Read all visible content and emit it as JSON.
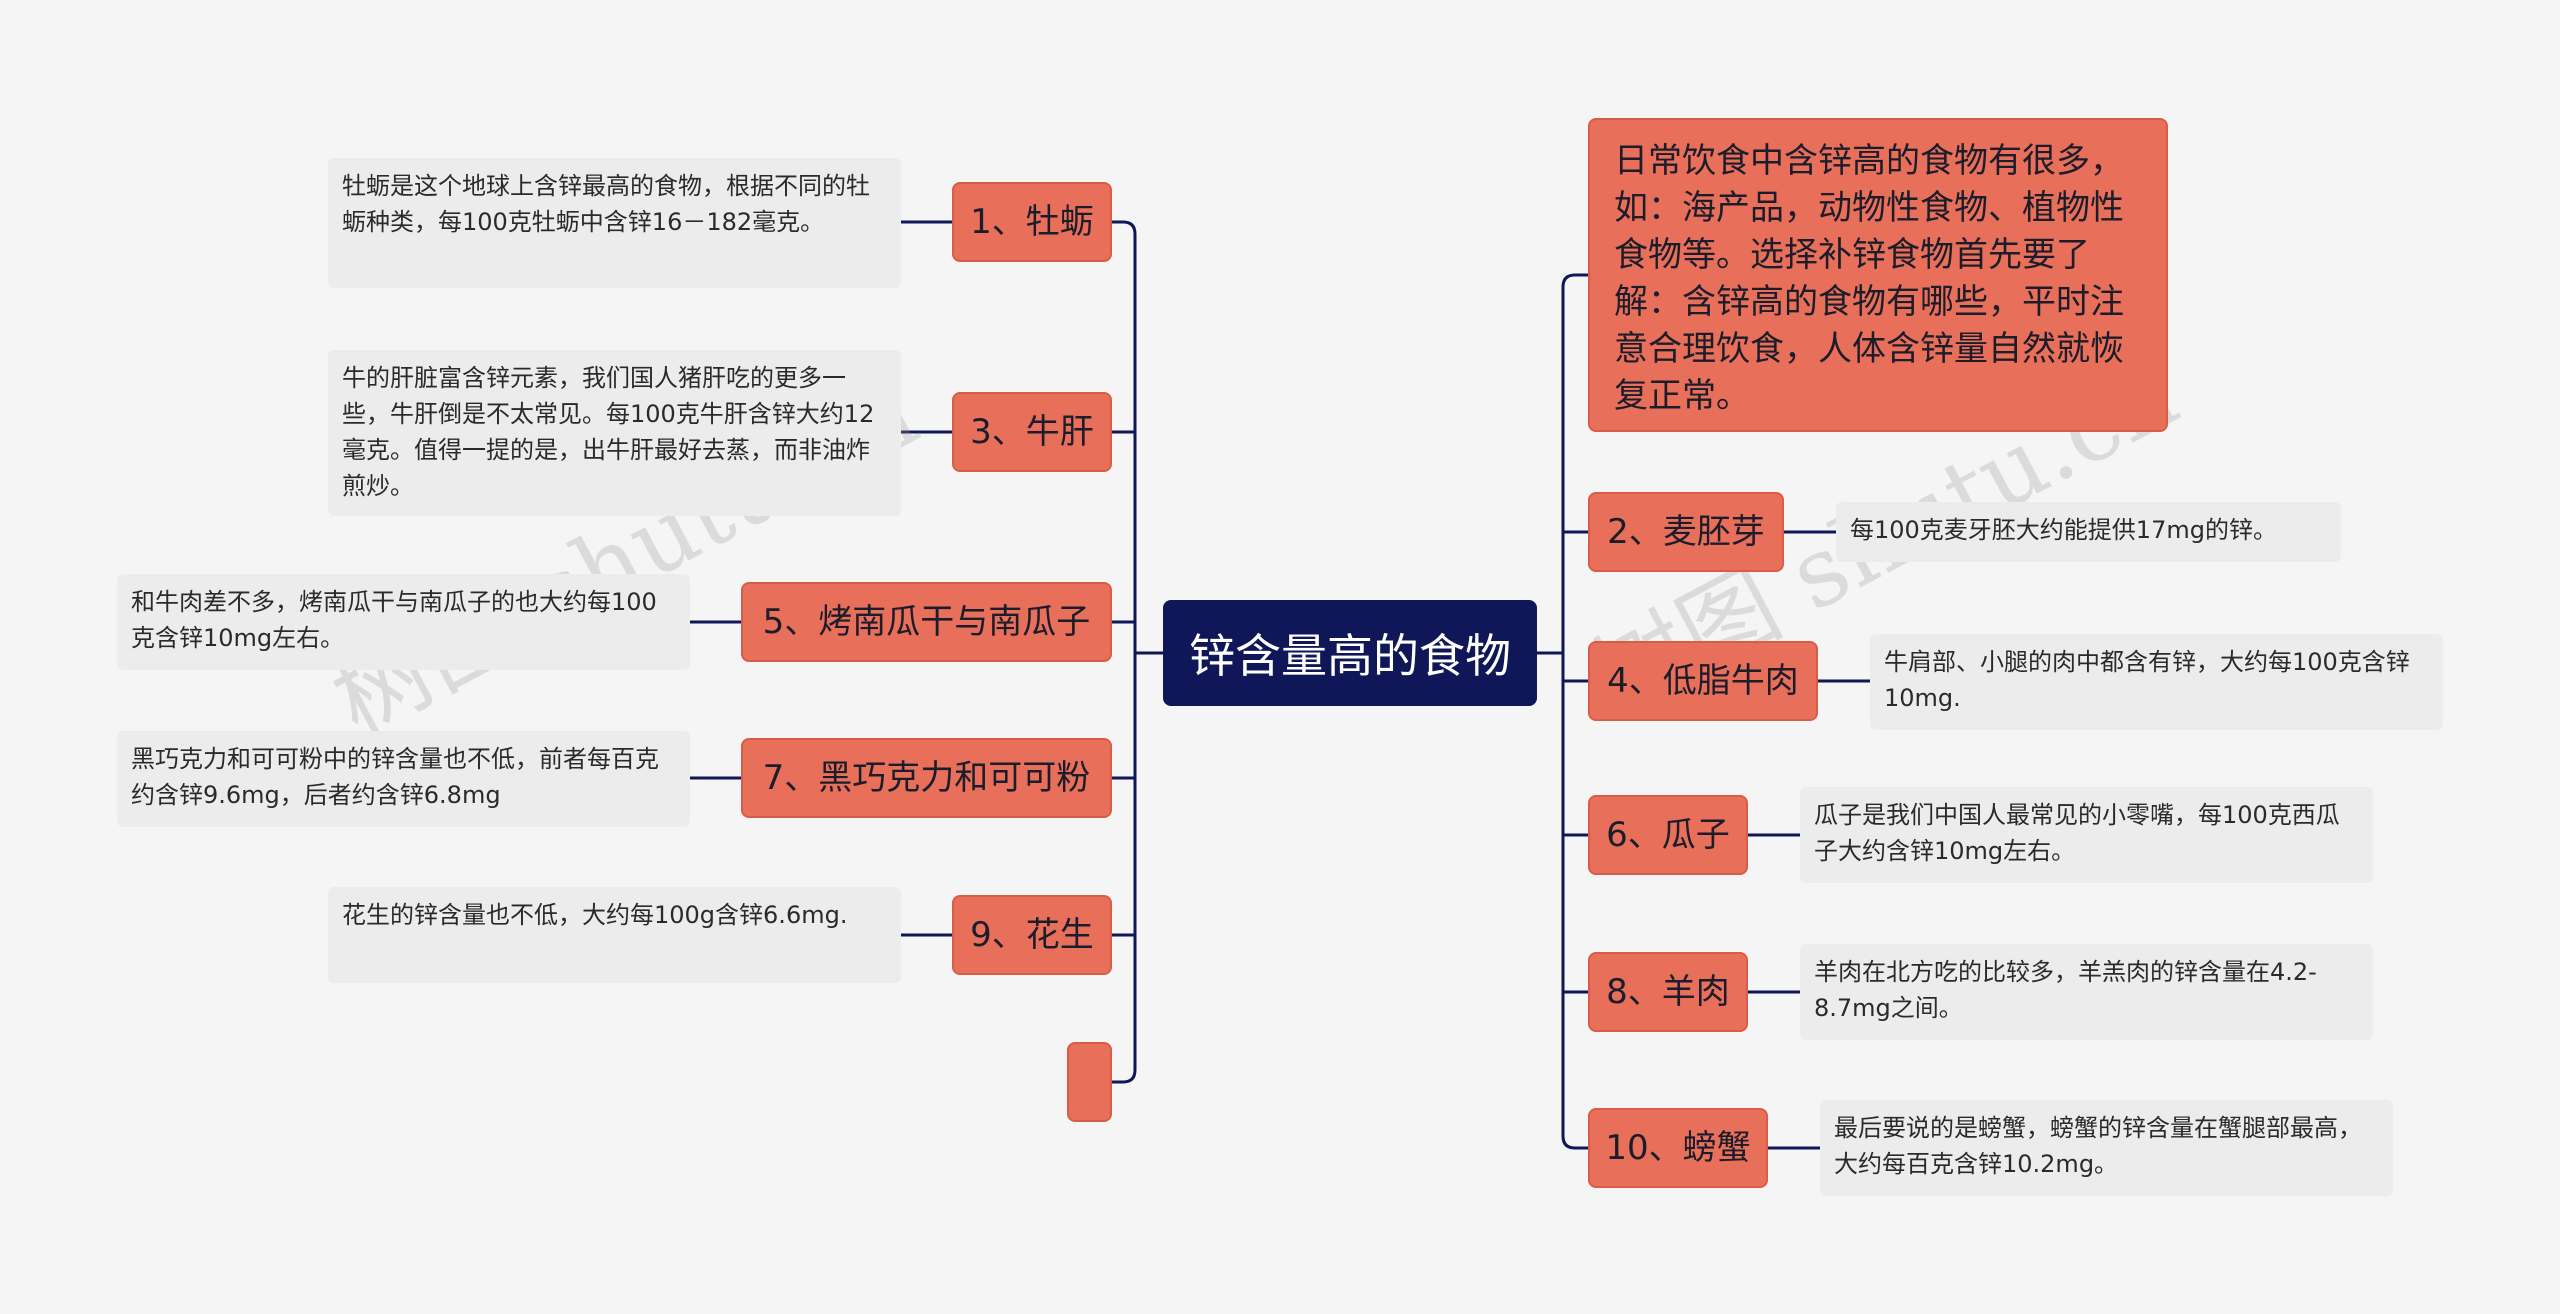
{
  "root": {
    "title": "锌含量高的食物"
  },
  "intro": {
    "text": "日常饮食中含锌高的食物有很多，如：海产品，动物性食物、植物性食物等。选择补锌食物首先要了解：含锌高的食物有哪些，平时注意合理饮食，人体含锌量自然就恢复正常。"
  },
  "left": [
    {
      "label": "1、牡蛎",
      "desc": "牡蛎是这个地球上含锌最高的食物，根据不同的牡蛎种类，每100克牡蛎中含锌16－182毫克。"
    },
    {
      "label": "3、牛肝",
      "desc": "牛的肝脏富含锌元素，我们国人猪肝吃的更多一些，牛肝倒是不太常见。每100克牛肝含锌大约12毫克。值得一提的是，出牛肝最好去蒸，而非油炸煎炒。"
    },
    {
      "label": "5、烤南瓜干与南瓜子",
      "desc": "和牛肉差不多，烤南瓜干与南瓜子的也大约每100克含锌10mg左右。"
    },
    {
      "label": "7、黑巧克力和可可粉",
      "desc": "黑巧克力和可可粉中的锌含量也不低，前者每百克约含锌9.6mg，后者约含锌6.8mg"
    },
    {
      "label": "9、花生",
      "desc": "花生的锌含量也不低，大约每100g含锌6.6mg."
    },
    {
      "label": "",
      "desc": ""
    }
  ],
  "right": [
    {
      "label": "2、麦胚芽",
      "desc": "每100克麦牙胚大约能提供17mg的锌。"
    },
    {
      "label": "4、低脂牛肉",
      "desc": "牛肩部、小腿的肉中都含有锌，大约每100克含锌10mg."
    },
    {
      "label": "6、瓜子",
      "desc": "瓜子是我们中国人最常见的小零嘴，每100克西瓜子大约含锌10mg左右。"
    },
    {
      "label": "8、羊肉",
      "desc": "羊肉在北方吃的比较多，羊羔肉的锌含量在4.2-8.7mg之间。"
    },
    {
      "label": "10、螃蟹",
      "desc": "最后要说的是螃蟹，螃蟹的锌含量在蟹腿部最高，大约每百克含锌10.2mg。"
    }
  ],
  "watermark": {
    "text": "树图 shutu.cn"
  },
  "colors": {
    "root_bg": "#0f1758",
    "node_bg": "#e8705a",
    "desc_bg": "#ececec",
    "line": "#0f1758"
  }
}
